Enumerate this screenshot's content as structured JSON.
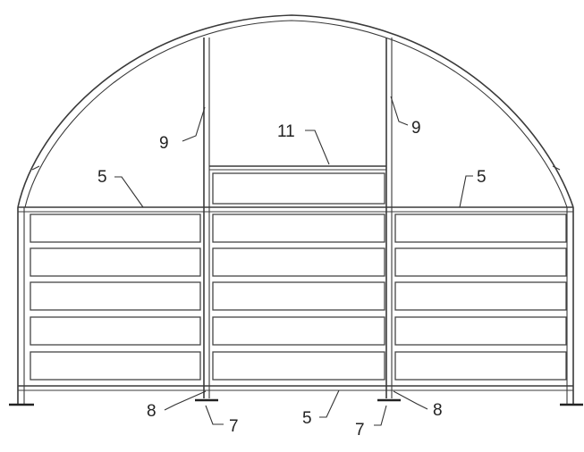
{
  "diagram": {
    "labels": {
      "beam_left": "5",
      "beam_right": "5",
      "beam_bottom": "5",
      "post_left": "9",
      "post_right": "9",
      "crossbar": "11",
      "joint_left": "8",
      "joint_right": "8",
      "foot_left": "7",
      "foot_right": "7"
    },
    "panel_rows": 5,
    "panel_columns": 3
  }
}
